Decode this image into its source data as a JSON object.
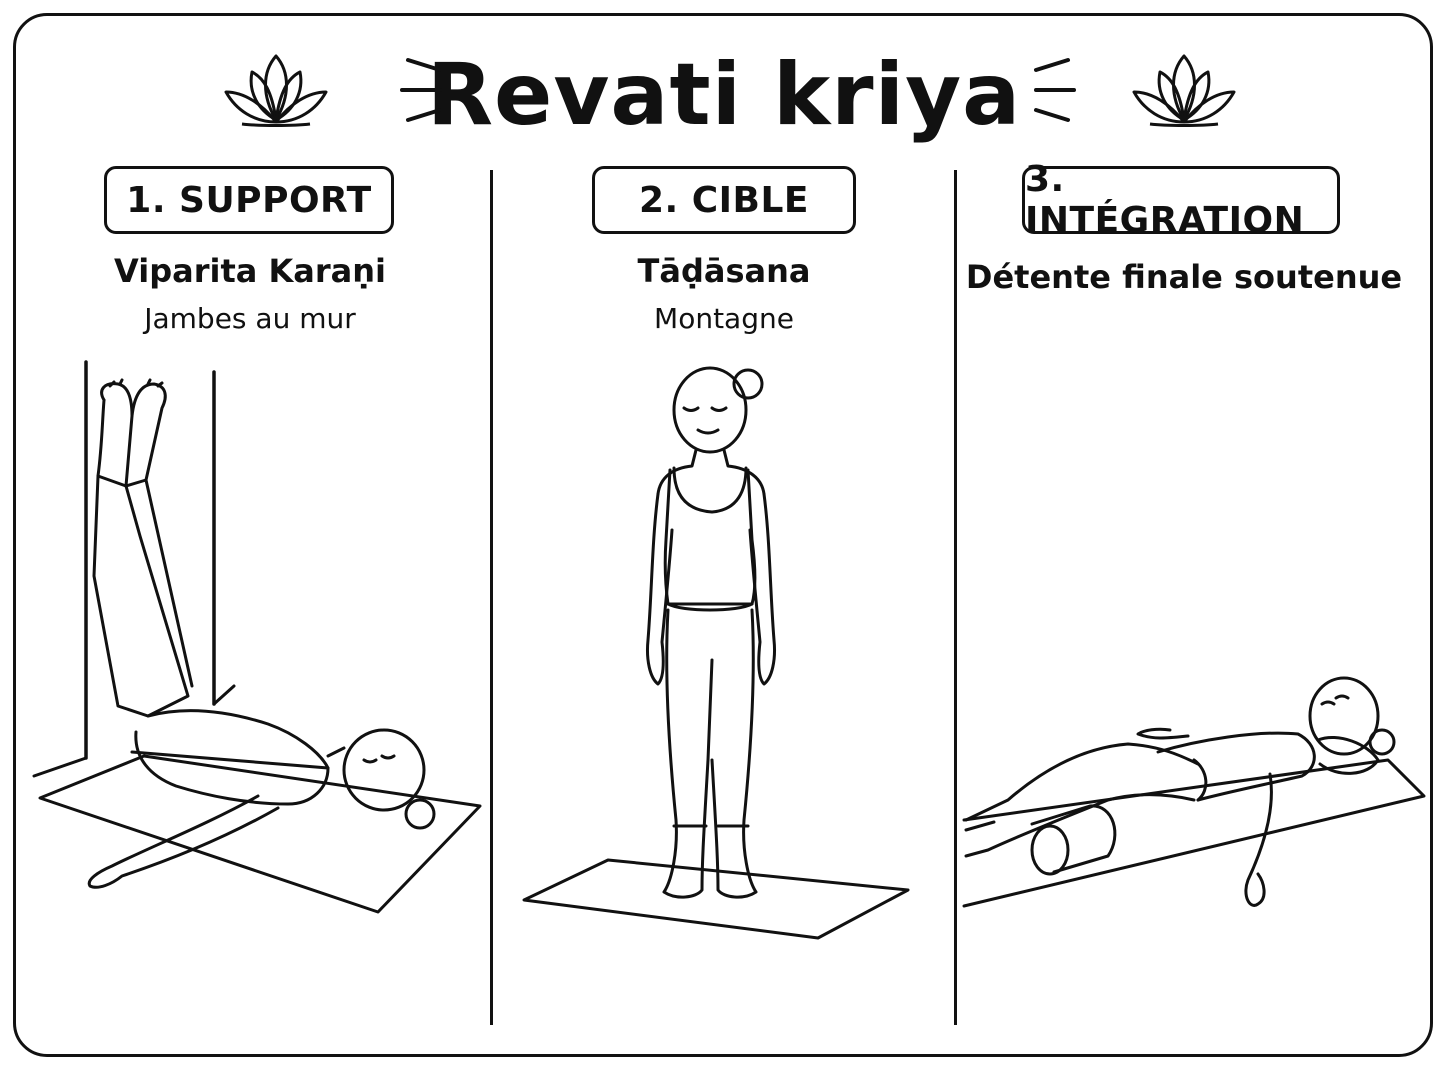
{
  "title": "Revati kriya",
  "icons": {
    "left_ornament": "lotus-icon",
    "right_ornament": "lotus-icon",
    "accent": "radiating-lines-icon"
  },
  "colors": {
    "ink": "#111111",
    "background": "#ffffff"
  },
  "steps": [
    {
      "badge": "1. SUPPORT",
      "name": "Viparita Karaṇi",
      "subtitle": "Jambes au mur",
      "illustration": "legs-up-the-wall-pose"
    },
    {
      "badge": "2. CIBLE",
      "name": "Tāḍāsana",
      "subtitle": "Montagne",
      "illustration": "mountain-pose"
    },
    {
      "badge": "3. INTÉGRATION",
      "name": "Détente finale soutenue",
      "subtitle": "",
      "illustration": "supported-relaxation-pose"
    }
  ]
}
